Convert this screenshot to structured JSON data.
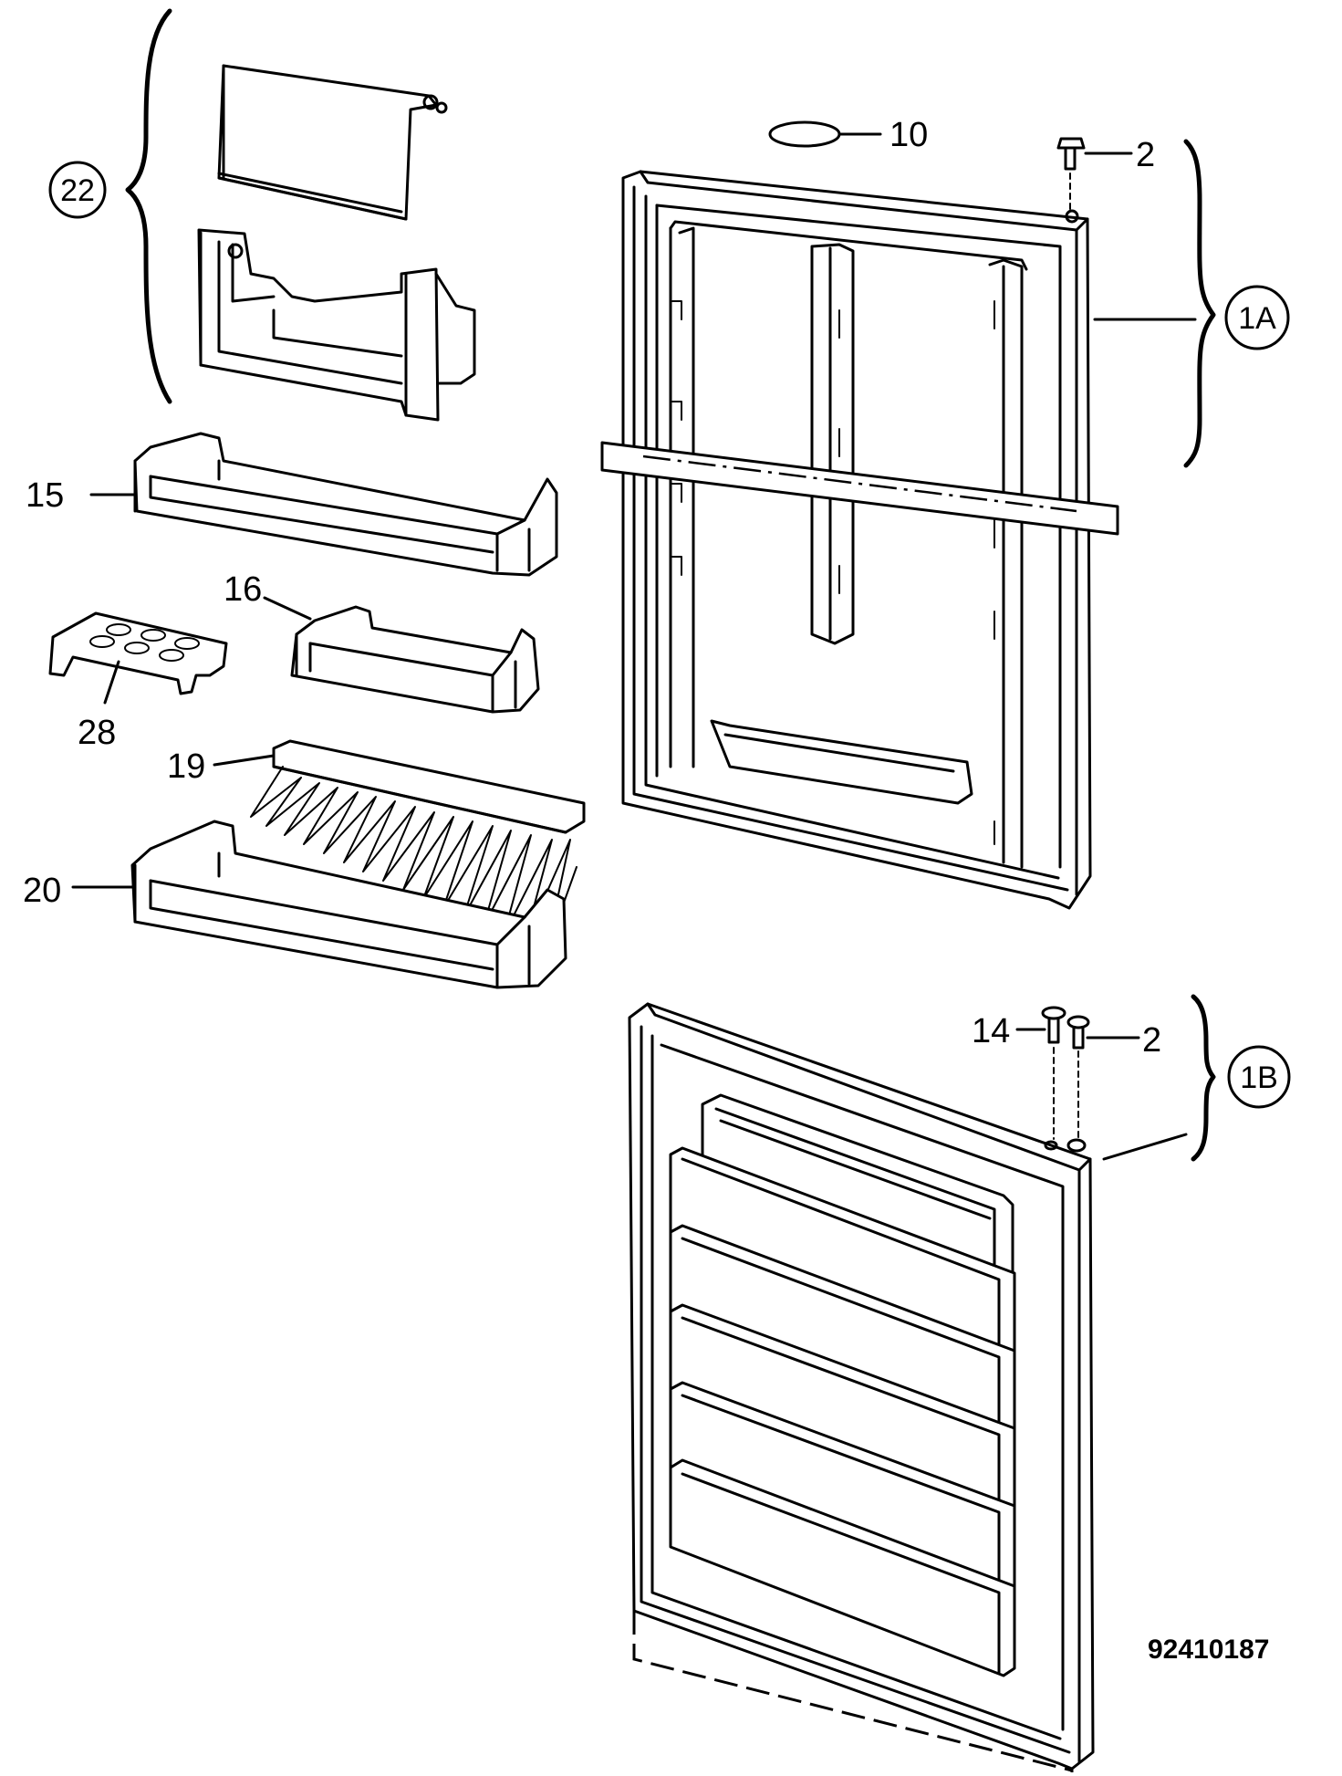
{
  "diagram": {
    "drawing_number": "92410187",
    "parts": [
      {
        "id": "p22",
        "label": "22",
        "circled": true
      },
      {
        "id": "p10",
        "label": "10",
        "circled": false
      },
      {
        "id": "p2a",
        "label": "2",
        "circled": false
      },
      {
        "id": "p1A",
        "label": "1A",
        "circled": true
      },
      {
        "id": "p15",
        "label": "15",
        "circled": false
      },
      {
        "id": "p16",
        "label": "16",
        "circled": false
      },
      {
        "id": "p28",
        "label": "28",
        "circled": false
      },
      {
        "id": "p19",
        "label": "19",
        "circled": false
      },
      {
        "id": "p20",
        "label": "20",
        "circled": false
      },
      {
        "id": "p14",
        "label": "14",
        "circled": false
      },
      {
        "id": "p2b",
        "label": "2",
        "circled": false
      },
      {
        "id": "p1B",
        "label": "1B",
        "circled": true
      }
    ]
  }
}
